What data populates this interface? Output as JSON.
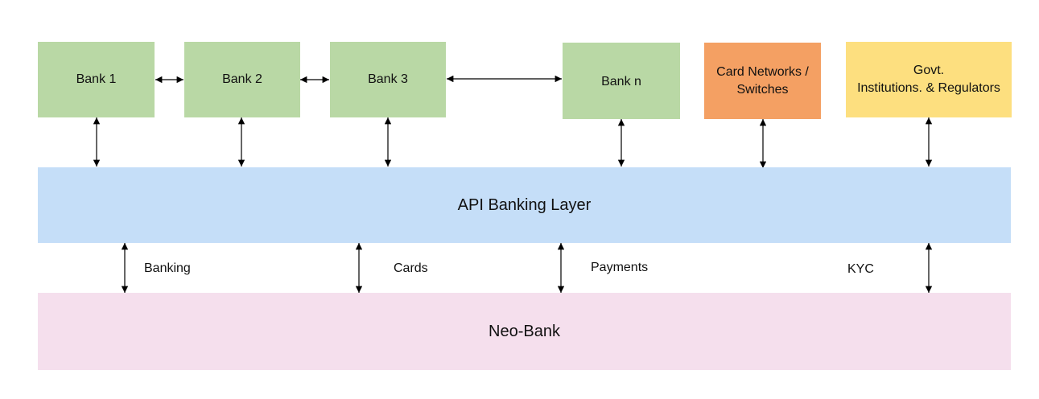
{
  "banks": {
    "bank1": "Bank 1",
    "bank2": "Bank 2",
    "bank3": "Bank 3",
    "bankn": "Bank n"
  },
  "card_networks": "Card Networks /\nSwitches",
  "govt": "Govt.\nInstitutions. & Regulators",
  "api_layer": "API Banking Layer",
  "neo_bank": "Neo-Bank",
  "connections": {
    "banking": "Banking",
    "cards": "Cards",
    "payments": "Payments",
    "kyc": "KYC"
  },
  "colors": {
    "bank": "#b9d8a5",
    "card_networks": "#f4a063",
    "govt": "#fddf7f",
    "api_layer": "#c5def8",
    "neo_bank": "#f5dfed"
  }
}
